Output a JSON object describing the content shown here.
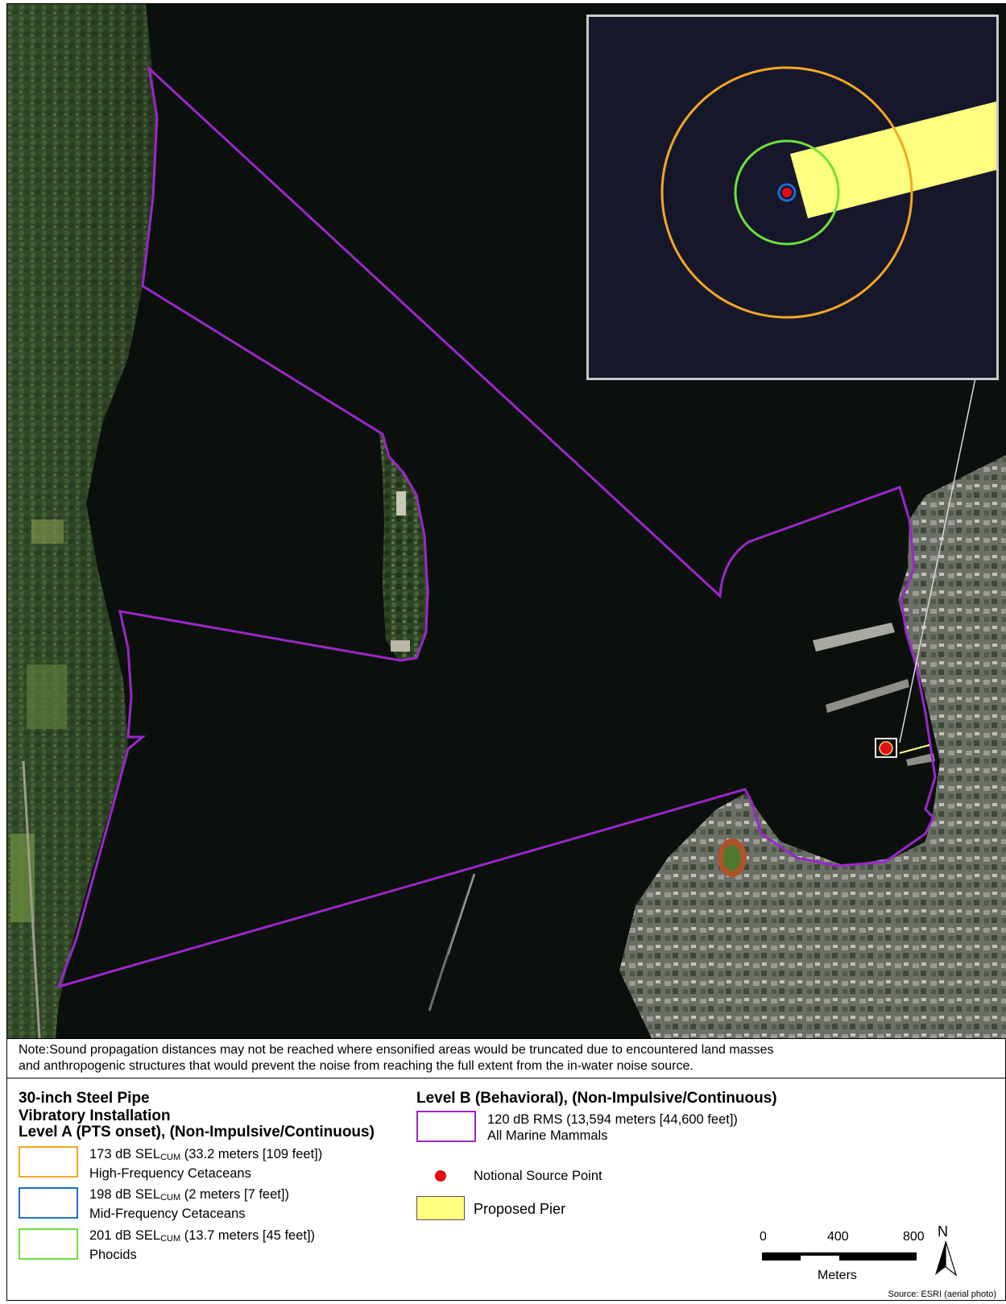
{
  "map": {
    "note_line1": "Note:Sound propagation distances may not be reached where ensonified areas would be truncated due to encountered land masses",
    "note_line2": "and anthropogenic structures that would prevent the noise from reaching the full extent from the in-water noise source."
  },
  "legend": {
    "title_line1": "30-inch Steel Pipe",
    "title_line2": "Vibratory Installation",
    "level_a_heading": "Level A (PTS onset), (Non-Impulsive/Continuous)",
    "level_b_heading": "Level B (Behavioral), (Non-Impulsive/Continuous)",
    "items": [
      {
        "prefix": "173 dB SEL",
        "sub": "CUM",
        "suffix": " (33.2 meters [109 feet])",
        "line2": "High-Frequency Cetaceans",
        "color": "#f5a623"
      },
      {
        "prefix": "198 dB SEL",
        "sub": "CUM",
        "suffix": " (2 meters [7 feet])",
        "line2": "Mid-Frequency Cetaceans",
        "color": "#1c6fd1"
      },
      {
        "prefix": "201 dB SEL",
        "sub": "CUM",
        "suffix": " (13.7 meters [45 feet])",
        "line2": "Phocids",
        "color": "#6fe03a"
      }
    ],
    "level_b_item": {
      "line1": "120 dB RMS (13,594 meters [44,600 feet])",
      "line2": "All Marine Mammals",
      "color": "#9a27c9"
    },
    "source_point_label": "Notional Source Point",
    "source_point_color": "#e01010",
    "pier_label": "Proposed Pier",
    "pier_color": "#ffff80"
  },
  "scale": {
    "ticks": [
      "0",
      "400",
      "800"
    ],
    "unit": "Meters",
    "north": "N"
  },
  "source": "Source: ESRI (aerial photo)"
}
